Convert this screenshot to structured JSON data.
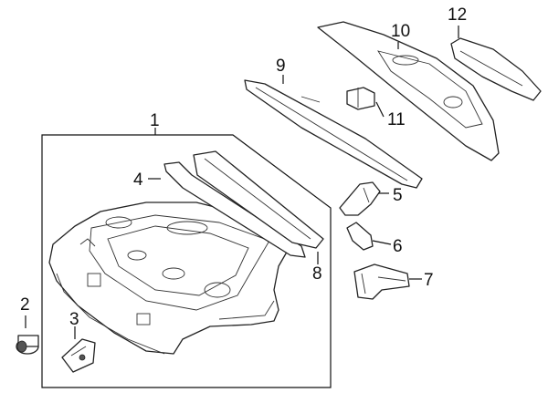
{
  "callouts": {
    "c1": "1",
    "c2": "2",
    "c3": "3",
    "c4": "4",
    "c5": "5",
    "c6": "6",
    "c7": "7",
    "c8": "8",
    "c9": "9",
    "c10": "10",
    "c11": "11",
    "c12": "12"
  },
  "colors": {
    "line": "#111111",
    "part_fill": "#ffffff",
    "part_shade": "#d8d8d8",
    "background": "#ffffff"
  }
}
